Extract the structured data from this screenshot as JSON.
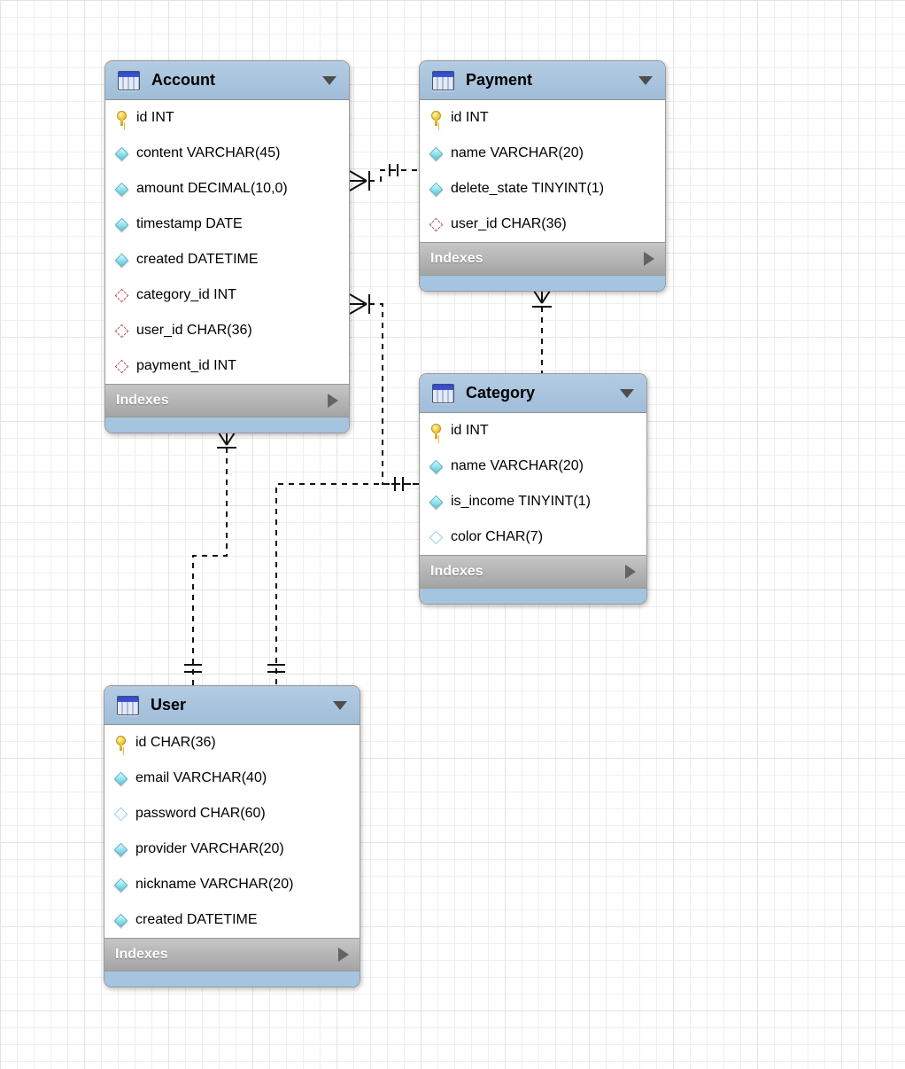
{
  "diagram": {
    "tables": [
      {
        "name": "Account",
        "indexes_label": "Indexes",
        "fields": [
          {
            "label": "id INT",
            "icon": "key"
          },
          {
            "label": "content VARCHAR(45)",
            "icon": "diamond-filled"
          },
          {
            "label": "amount DECIMAL(10,0)",
            "icon": "diamond-filled"
          },
          {
            "label": "timestamp DATE",
            "icon": "diamond-filled"
          },
          {
            "label": "created DATETIME",
            "icon": "diamond-filled"
          },
          {
            "label": "category_id INT",
            "icon": "diamond-fk"
          },
          {
            "label": "user_id CHAR(36)",
            "icon": "diamond-fk"
          },
          {
            "label": "payment_id INT",
            "icon": "diamond-fk"
          }
        ]
      },
      {
        "name": "Payment",
        "indexes_label": "Indexes",
        "fields": [
          {
            "label": "id INT",
            "icon": "key"
          },
          {
            "label": "name VARCHAR(20)",
            "icon": "diamond-filled"
          },
          {
            "label": "delete_state TINYINT(1)",
            "icon": "diamond-filled"
          },
          {
            "label": "user_id CHAR(36)",
            "icon": "diamond-fk"
          }
        ]
      },
      {
        "name": "Category",
        "indexes_label": "Indexes",
        "fields": [
          {
            "label": "id INT",
            "icon": "key"
          },
          {
            "label": "name VARCHAR(20)",
            "icon": "diamond-filled"
          },
          {
            "label": "is_income TINYINT(1)",
            "icon": "diamond-filled"
          },
          {
            "label": "color CHAR(7)",
            "icon": "diamond-open"
          }
        ]
      },
      {
        "name": "User",
        "indexes_label": "Indexes",
        "fields": [
          {
            "label": "id CHAR(36)",
            "icon": "key"
          },
          {
            "label": "email VARCHAR(40)",
            "icon": "diamond-filled"
          },
          {
            "label": "password CHAR(60)",
            "icon": "diamond-open"
          },
          {
            "label": "provider VARCHAR(20)",
            "icon": "diamond-filled"
          },
          {
            "label": "nickname VARCHAR(20)",
            "icon": "diamond-filled"
          },
          {
            "label": "created DATETIME",
            "icon": "diamond-filled"
          }
        ]
      }
    ],
    "relationships": [
      {
        "from": "Account",
        "to": "Payment",
        "from_end": "many-mandatory-crow-foot",
        "to_end": "exactly-one-double-tick",
        "line": "dashed"
      },
      {
        "from": "Account",
        "to": "Category",
        "from_end": "many-mandatory-crow-foot",
        "to_end": "exactly-one-double-tick",
        "line": "dashed"
      },
      {
        "from": "Payment",
        "to": "User",
        "from_end": "many-mandatory-crow-foot",
        "to_end": "exactly-one-double-tick",
        "line": "dashed"
      },
      {
        "from": "Account",
        "to": "User",
        "from_end": "many-mandatory-crow-foot",
        "to_end": "exactly-one-double-tick",
        "line": "dashed"
      }
    ],
    "colors": {
      "table_header": "#a5c1da",
      "table_footer": "#a5c4df",
      "indexes_bar": "#b5b5b5",
      "indexes_text": "#ffffff",
      "connector": "#111111",
      "grid_line": "#efefef",
      "fk_icon_border": "#b95f5c",
      "column_icon_fill": "#7edce8",
      "key_icon": "#f3c937"
    }
  }
}
